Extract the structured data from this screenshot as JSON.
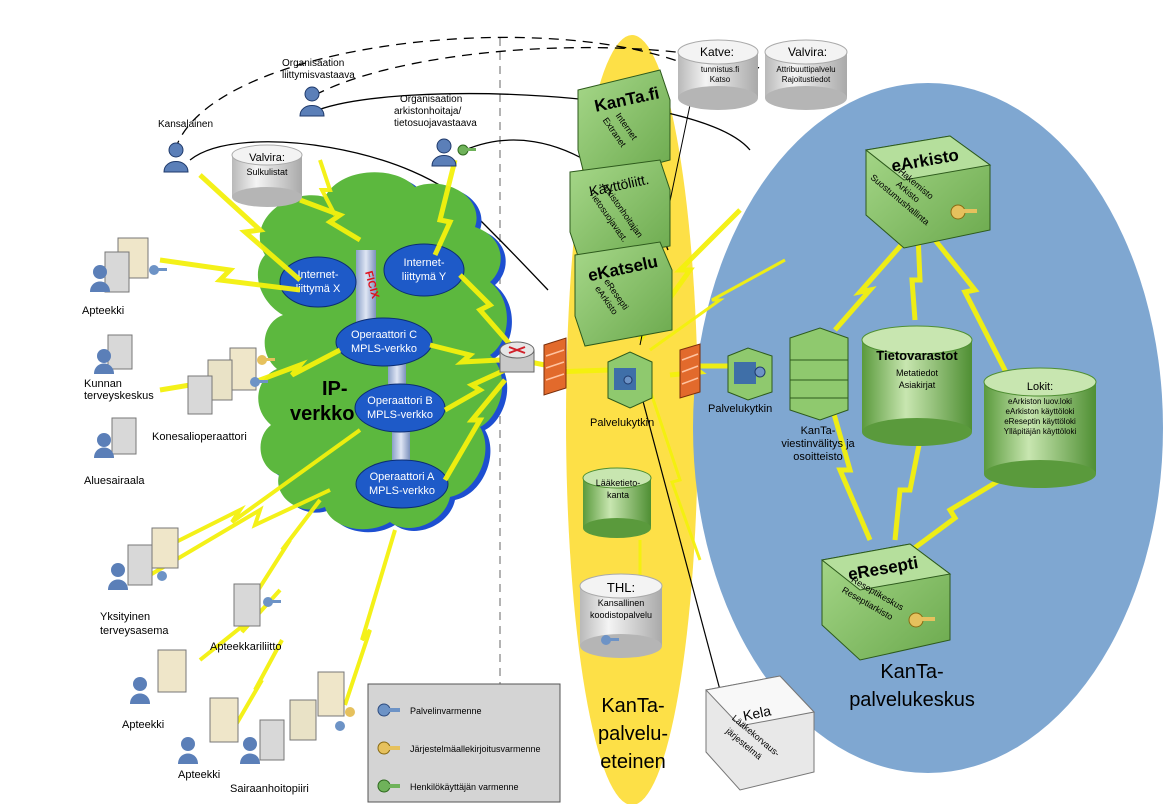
{
  "actors": {
    "kansalainen": "Kansalainen",
    "org_liittyma": [
      "Organisaation",
      "liittymisvastaava"
    ],
    "org_arkisto": [
      "Organisaation",
      "arkistonhoitaja/",
      "tietosuojavastaava"
    ]
  },
  "databases": {
    "katve": [
      "Katve:",
      "tunnistus.fi",
      "Katso"
    ],
    "valvira_top": [
      "Valvira:",
      "Attribuuttipalvelu",
      "Rajoitustiedot"
    ],
    "valvira_sulku": [
      "Valvira:",
      "Sulkulistat"
    ],
    "laaketieto": [
      "Lääketieto-",
      "kanta"
    ],
    "thl": [
      "THL:",
      "Kansallinen",
      "koodistopalvelu"
    ],
    "tietovarastot": [
      "Tietovarastot",
      "Metatiedot",
      "Asiakirjat"
    ],
    "lokit": [
      "Lokit:",
      "eArkiston luov.loki",
      "eArkiston käyttöloki",
      "eReseptin käyttöloki",
      "Ylläpitäjän käyttöloki"
    ]
  },
  "network": {
    "internet_x": [
      "Internet-",
      "liittymä X"
    ],
    "internet_y": [
      "Internet-",
      "liittymä Y"
    ],
    "ficix": "FICIX",
    "op_c": [
      "Operaattori C",
      "MPLS-verkko"
    ],
    "op_b": [
      "Operaattori B",
      "MPLS-verkko"
    ],
    "op_a": [
      "Operaattori A",
      "MPLS-verkko"
    ],
    "ip_verkko": [
      "IP-",
      "verkko"
    ]
  },
  "sites": {
    "apteekki1": "Apteekki",
    "kunnan": [
      "Kunnan",
      "terveyskeskus"
    ],
    "konesali": "Konesalioperaattori",
    "aluesairaala": "Aluesairaala",
    "yksityinen": [
      "Yksityinen",
      "terveysasema"
    ],
    "apteekkariliitto": "Apteekkariliitto",
    "apteekki2": "Apteekki",
    "apteekki3": "Apteekki",
    "sairaanhoitopiiri": "Sairaanhoitopiiri"
  },
  "boxes": {
    "kanta_fi": {
      "title": "KanTa.fi",
      "sub": [
        "Internet",
        "Extranet"
      ]
    },
    "kayttoliitt": {
      "title": "Käyttöliitt.",
      "sub": [
        "Arkistonhoitajan",
        "Tietosuojavast."
      ]
    },
    "ekatselu": {
      "title": "eKatselu",
      "sub": [
        "eResepti",
        "eArkisto"
      ]
    },
    "earkisto": {
      "title": "eArkisto",
      "sub": [
        "Hakemisto",
        "Arkisto",
        "Suostumushallinta"
      ]
    },
    "eresepti": {
      "title": "eResepti",
      "sub": [
        "Reseptikeskus",
        "Reseptiarkisto"
      ]
    },
    "kela": {
      "title": "Kela",
      "sub": [
        "Lääkekorvaus-",
        "järjestelmä"
      ]
    }
  },
  "labels": {
    "palvelukytkin_left": "Palvelukytkin",
    "palvelukytkin_right": "Palvelukytkin",
    "viestinvalitys": [
      "KanTa-",
      "viestinvälitys ja",
      "osoitteisto"
    ],
    "eteinen": [
      "KanTa-",
      "palvelu-",
      "eteinen"
    ],
    "keskus": [
      "KanTa-",
      "palvelukeskus"
    ]
  },
  "legend": [
    {
      "label": "Palvelinvarmenne",
      "color": "#6d93c6"
    },
    {
      "label": "Järjestelmäallekirjoitusvarmenne",
      "color": "#e6c15d"
    },
    {
      "label": "Henkilökäyttäjän varmenne",
      "color": "#6fb25a"
    }
  ],
  "colors": {
    "eteinen": "#fde047",
    "keskus": "#7fa7d1",
    "cloud": "#5cb83e",
    "box": "#8fc96e",
    "lightning": "#f4f10d"
  }
}
